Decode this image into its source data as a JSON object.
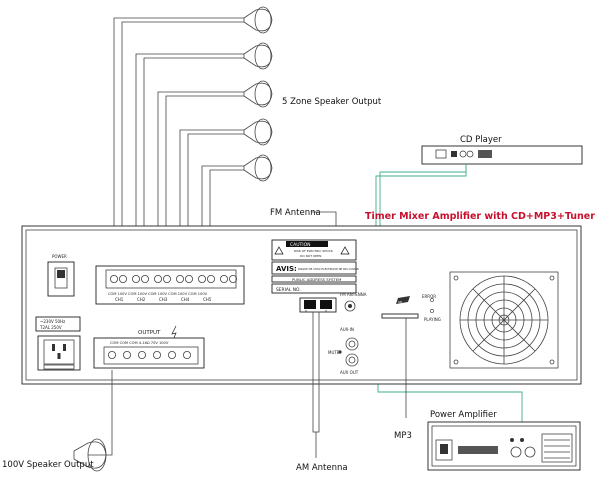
{
  "labels": {
    "zone_speaker_output": "5 Zone Speaker Output",
    "cd_player": "CD Player",
    "fm_antenna": "FM Antenna",
    "title": "Timer Mixer Amplifier with CD+MP3+Tuner",
    "power_amplifier": "Power Amplifier",
    "mp3": "MP3",
    "speaker_100v_output": "100V Speaker Output",
    "am_antenna": "AM Antenna"
  },
  "panel": {
    "power": "POWER",
    "voltage_line1": "~230V 50Hz",
    "voltage_line2": "T2AL 250V",
    "output": "OUTPUT",
    "output_terminals": "COM COM COM 4-16Ω 70V 100V",
    "caution": "CAUTION",
    "caution_sub1": "RISK OF ELECTRIC SHOCK",
    "caution_sub2": "DO NOT OPEN",
    "avis": "AVIS:",
    "avis_text": "RISQUE DE CHOC ELECTRIQUE NE PAS OUVRIR",
    "pa_system": "PUBLIC ADDRESS SYSTEM",
    "serial_no": "SERIAL NO.",
    "fm_antenna": "FM ANTENNA",
    "aux_in": "AUX-IN",
    "mute": "MUTE",
    "aux_out": "AUX OUT",
    "error": "ERROR",
    "playing": "PLAYING",
    "sd": "SD",
    "zone_terminals": "COM 100V COM 100V COM 100V COM 100V COM 100V",
    "zone_channels": [
      "CH1",
      "CH2",
      "CH3",
      "CH4",
      "CH5"
    ]
  },
  "colors": {
    "title_red": "#c8102e",
    "signal_green": "#3fae8f",
    "line_gray": "#444444"
  },
  "icons": [
    "speaker-horn-icon",
    "fan-grille-icon",
    "sd-card-icon",
    "warning-triangle-icon",
    "power-switch-icon"
  ]
}
